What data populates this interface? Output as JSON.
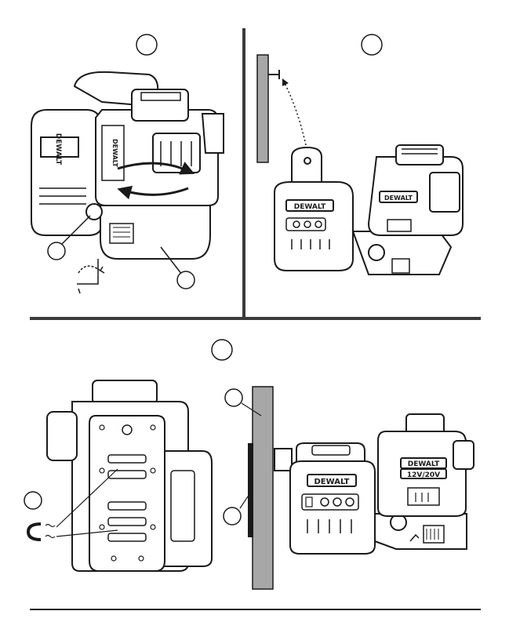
{
  "figure": {
    "brand_label": "DEWALT",
    "voltage_label": "12V/20V"
  },
  "colors": {
    "line": "#1a1a1a",
    "divider": "#3a3a3a",
    "wall": "#a7a7a7",
    "panel_fill": "#ffffff"
  },
  "panels": [
    {
      "id": "panel-a",
      "callout_labels": [
        "",
        "",
        ""
      ]
    },
    {
      "id": "panel-b",
      "callout_labels": [
        ""
      ]
    },
    {
      "id": "panel-c",
      "callout_labels": [
        "",
        "",
        "",
        ""
      ]
    }
  ]
}
